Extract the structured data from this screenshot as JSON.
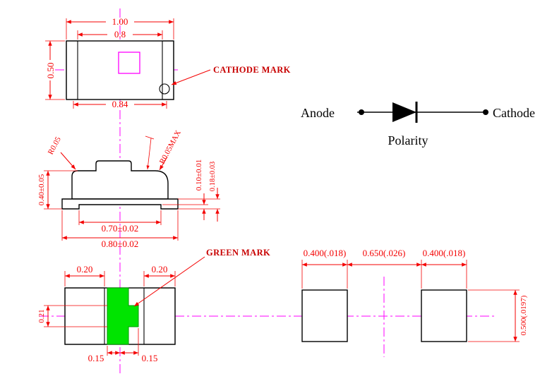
{
  "colors": {
    "dimension_red": "#f40000",
    "label_red": "#c80000",
    "centerline_magenta": "#ff00ff",
    "outline_black": "#000000",
    "green_mark": "#00e400",
    "pad_hatch_green": "#00b34d"
  },
  "top_view": {
    "dim_total_width": "1.00",
    "dim_inner_width": "0.8",
    "dim_height": "0.50",
    "dim_bottom_width": "0.84",
    "cathode_mark_label": "CATHODE MARK"
  },
  "side_view": {
    "radius_left_label": "R0.05",
    "radius_right_label": "R0.05MAX",
    "dim_lead_thickness": "0.10±0.01",
    "dim_standoff": "0.18±0.03",
    "dim_height": "0.40±0.05",
    "dim_inner_width": "0.70±0.02",
    "dim_total_width": "0.80±0.02"
  },
  "bottom_view": {
    "green_mark_label": "GREEN MARK",
    "dim_pad_left": "0.20",
    "dim_pad_right": "0.20",
    "dim_mark_height": "0.21",
    "dim_mark_offset_left": "0.15",
    "dim_mark_offset_right": "0.15"
  },
  "polarity": {
    "anode": "Anode",
    "cathode": "Cathode",
    "title": "Polarity"
  },
  "pad_layout": {
    "dim_pad_width_left": "0.400(.018)",
    "dim_gap": "0.650(.026)",
    "dim_pad_width_right": "0.400(.018)",
    "dim_pad_height": "0.500(.0197)"
  }
}
